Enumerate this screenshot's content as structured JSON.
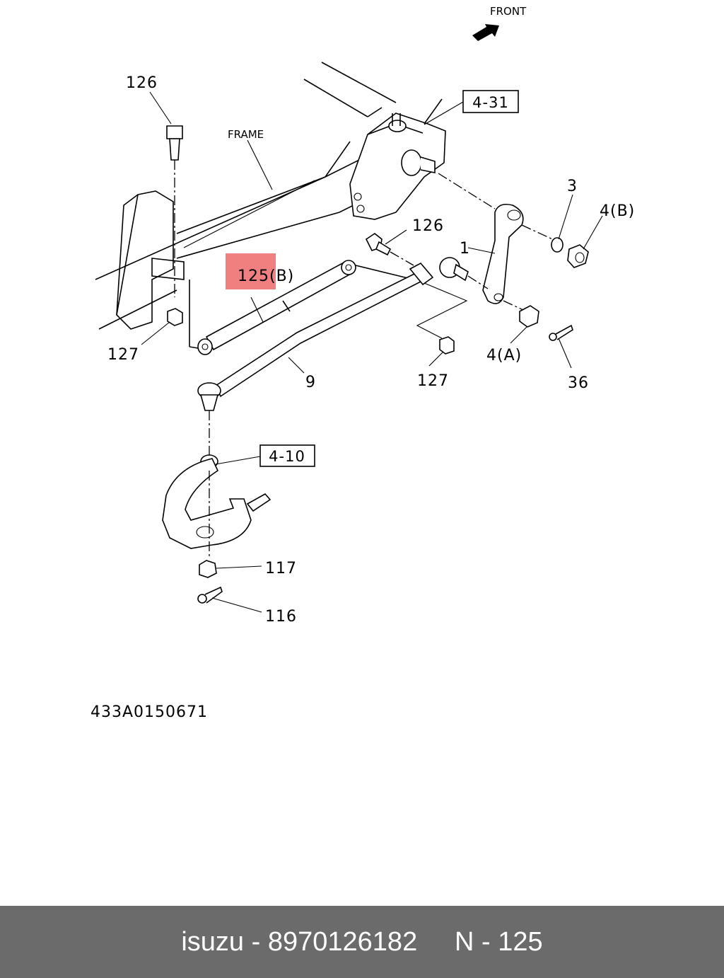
{
  "diagram": {
    "front_label": "FRONT",
    "frame_label": "FRAME",
    "ref_boxes": [
      "4-31",
      "4-10"
    ],
    "callouts": {
      "c126_top": "126",
      "c126_mid": "126",
      "c125b": "125",
      "c125b_suffix": "(B)",
      "c127_left": "127",
      "c127_right": "127",
      "c9": "9",
      "c1": "1",
      "c3": "3",
      "c4b": "4(B)",
      "c4a": "4(A)",
      "c36": "36",
      "c117": "117",
      "c116": "116"
    },
    "highlight_color": "#f08080",
    "drawing_number": "433A0150671"
  },
  "footer": {
    "brand": "isuzu",
    "separator1": " - ",
    "part_number": "8970126182",
    "spacer": "     ",
    "ref_prefix": "N - ",
    "ref_number": "125"
  }
}
